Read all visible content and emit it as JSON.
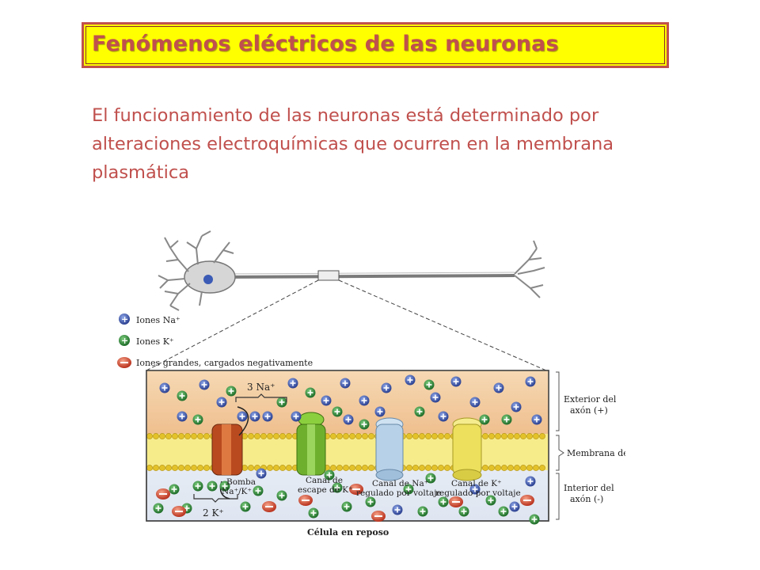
{
  "title": "Fenómenos eléctricos de las neuronas",
  "intro": "El funcionamiento de las neuronas está determinado por alteraciones electroquímicas que ocurren en la membrana plasmática",
  "diagram": {
    "legend": {
      "na": "Iones Na⁺",
      "k": "Iones K⁺",
      "neg": "Iones grandes, cargados negativamente"
    },
    "labels": {
      "na3": "3 Na⁺",
      "k2": "2 K⁺",
      "exterior1": "Exterior del",
      "exterior2": "axón (+)",
      "membrana": "Membrana del axón",
      "interior1": "Interior del",
      "interior2": "axón (-)",
      "bomba1": "Bomba",
      "bomba2": "Na⁺/K⁺",
      "escape1": "Canal de",
      "escape2": "escape de K⁺",
      "canalna1": "Canal de Na⁺",
      "canalna2": "regulado por voltaje",
      "canalk1": "Canal de K⁺",
      "canalk2": "regulado por voltaje",
      "caption": "Célula en reposo"
    },
    "colors": {
      "exterior": "#f2c89a",
      "interior": "#e6ecf5",
      "membrane": "#f4e23a",
      "sodium": "#3b5bb5",
      "potassium": "#2d8a3a",
      "negative": "#d9452b"
    }
  }
}
